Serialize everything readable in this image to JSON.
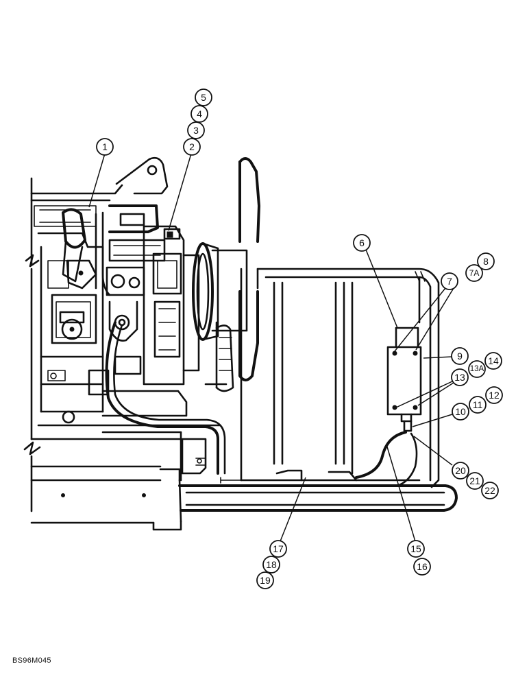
{
  "figure_code": "BS96M045",
  "callouts": [
    {
      "id": "c1",
      "label": "1"
    },
    {
      "id": "c2",
      "label": "2"
    },
    {
      "id": "c3",
      "label": "3"
    },
    {
      "id": "c4",
      "label": "4"
    },
    {
      "id": "c5",
      "label": "5"
    },
    {
      "id": "c6",
      "label": "6"
    },
    {
      "id": "c7",
      "label": "7"
    },
    {
      "id": "c7a",
      "label": "7A"
    },
    {
      "id": "c8",
      "label": "8"
    },
    {
      "id": "c9",
      "label": "9"
    },
    {
      "id": "c10",
      "label": "10"
    },
    {
      "id": "c11",
      "label": "11"
    },
    {
      "id": "c12",
      "label": "12"
    },
    {
      "id": "c13",
      "label": "13"
    },
    {
      "id": "c13a",
      "label": "13A"
    },
    {
      "id": "c14",
      "label": "14"
    },
    {
      "id": "c15",
      "label": "15"
    },
    {
      "id": "c16",
      "label": "16"
    },
    {
      "id": "c17",
      "label": "17"
    },
    {
      "id": "c18",
      "label": "18"
    },
    {
      "id": "c19",
      "label": "19"
    },
    {
      "id": "c20",
      "label": "20"
    },
    {
      "id": "c21",
      "label": "21"
    },
    {
      "id": "c22",
      "label": "22"
    }
  ]
}
